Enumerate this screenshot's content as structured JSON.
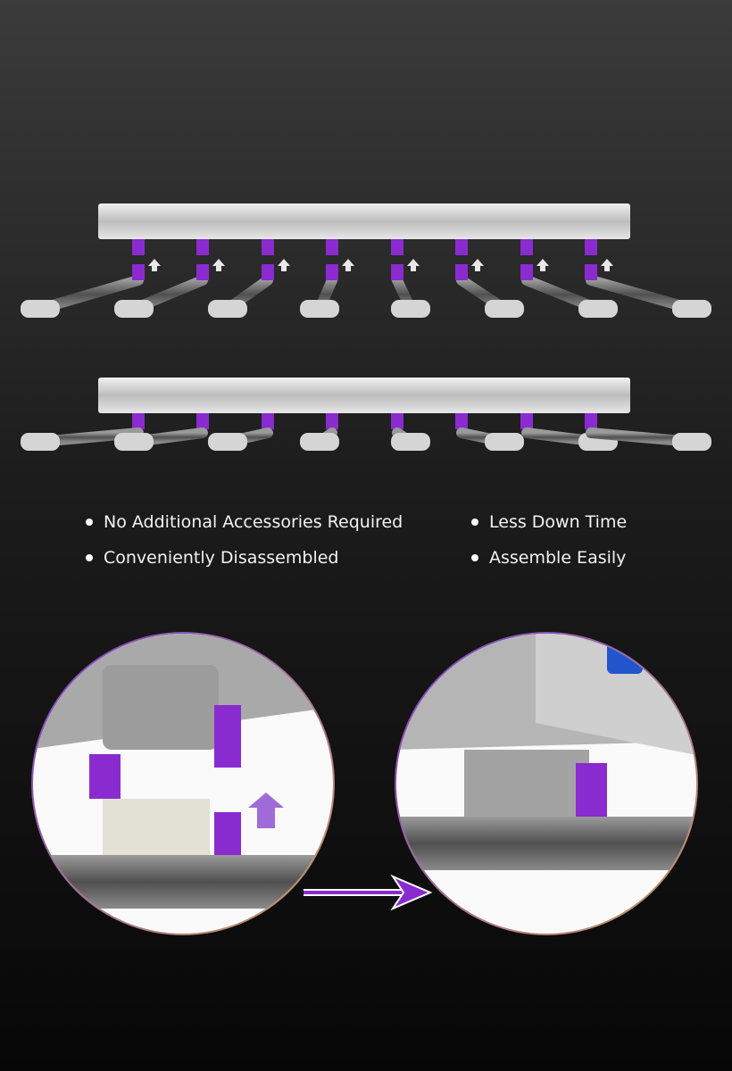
{
  "features": [
    {
      "label": "No Additional Accessories Required"
    },
    {
      "label": "Less Down Time"
    },
    {
      "label": "Conveniently Disassembled"
    },
    {
      "label": "Assemble Easily"
    }
  ],
  "colors": {
    "accent": "#8a2bd0",
    "bar": "#d9d9d9",
    "strip": "#6e6e6e"
  }
}
